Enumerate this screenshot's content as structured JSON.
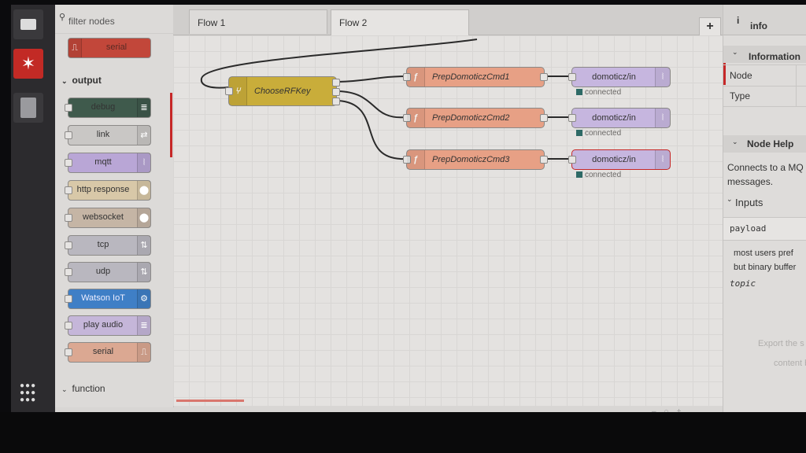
{
  "palette": {
    "filter_placeholder": "filter nodes",
    "top_node": {
      "label": "serial",
      "color": "#c2473a"
    },
    "category_output": "output",
    "category_function": "function",
    "nodes": [
      {
        "label": "debug",
        "color": "#3f5a4c"
      },
      {
        "label": "link",
        "color": "#c9c7c5"
      },
      {
        "label": "mqtt",
        "color": "#b9a6d6"
      },
      {
        "label": "http response",
        "color": "#d8c8a8"
      },
      {
        "label": "websocket",
        "color": "#c5b5a5"
      },
      {
        "label": "tcp",
        "color": "#b9b7bf"
      },
      {
        "label": "udp",
        "color": "#b9b7bf"
      },
      {
        "label": "Watson IoT",
        "color": "#3f7fc6"
      },
      {
        "label": "play audio",
        "color": "#c5b6d9"
      },
      {
        "label": "serial",
        "color": "#dba892"
      }
    ]
  },
  "tabs": [
    {
      "label": "Flow 1"
    },
    {
      "label": "Flow 2"
    }
  ],
  "add_tab_label": "+",
  "flow": {
    "switch_node": {
      "label": "ChooseRFKey",
      "color": "#c9ad3a"
    },
    "functions": [
      {
        "label": "PrepDomoticzCmd1"
      },
      {
        "label": "PrepDomoticzCmd2"
      },
      {
        "label": "PrepDomoticzCmd3"
      }
    ],
    "function_color": "#e7a085",
    "mqtt_outputs": [
      {
        "label": "domoticz/in",
        "status": "connected"
      },
      {
        "label": "domoticz/in",
        "status": "connected"
      },
      {
        "label": "domoticz/in",
        "status": "connected"
      }
    ]
  },
  "sidebar": {
    "tab_title": "info",
    "section_information": "Information",
    "rows": [
      {
        "key": "Node"
      },
      {
        "key": "Type"
      }
    ],
    "section_help": "Node Help",
    "help_text_1": "Connects to a MQ",
    "help_text_2": "messages.",
    "inputs_heading": "Inputs",
    "payload_label": "payload",
    "desc_1": "most users pref",
    "desc_2": "but binary buffer",
    "topic_label": "topic",
    "footer_1": "Export the s",
    "footer_2": "content b"
  },
  "accent_color": "#c62828"
}
